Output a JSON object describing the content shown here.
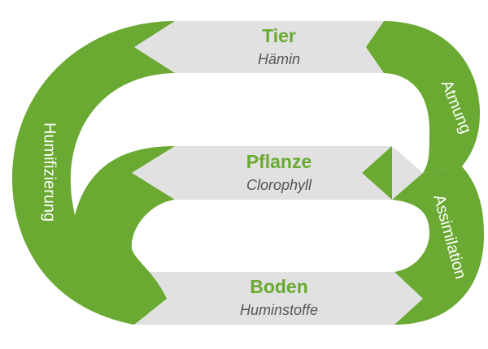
{
  "colors": {
    "green": "#6aa932",
    "band": "#e1e1e1",
    "band_dark": "#cfcfcf",
    "title": "#6aa932",
    "subtitle": "#555555",
    "arc_label": "#ffffff"
  },
  "rows": {
    "top": {
      "title": "Tier",
      "subtitle": "Hämin"
    },
    "middle": {
      "title": "Pflanze",
      "subtitle": "Clorophyll"
    },
    "bottom": {
      "title": "Boden",
      "subtitle": "Huminstoffe"
    }
  },
  "arcs": {
    "left": "Humifizierung",
    "right_top": "Atmung",
    "right_bottom": "Assimilation"
  }
}
